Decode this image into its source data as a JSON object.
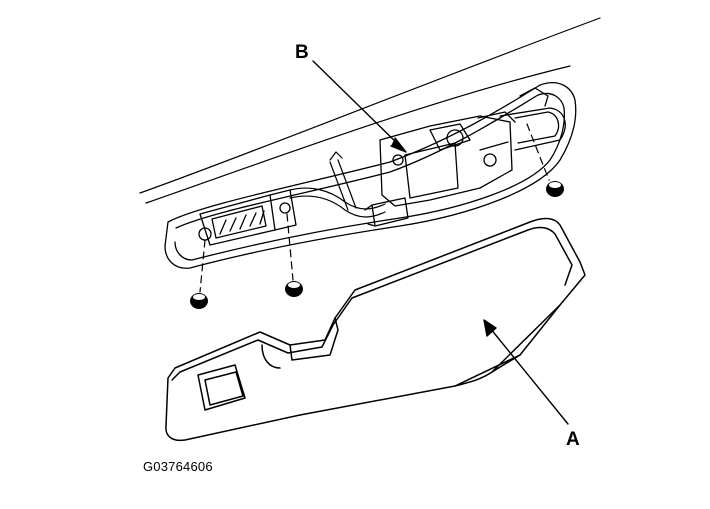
{
  "callouts": {
    "a": "A",
    "b": "B"
  },
  "figure_id": "G03764606",
  "colors": {
    "line": "#000000",
    "background": "#ffffff"
  }
}
